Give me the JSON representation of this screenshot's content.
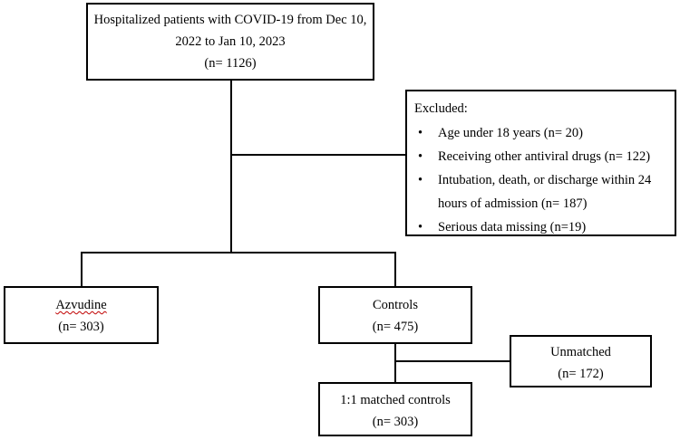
{
  "top": {
    "line1": "Hospitalized patients with COVID-19 from  Dec 10,",
    "line2": "2022 to Jan 10, 2023",
    "count": "(n= 1126)"
  },
  "excluded": {
    "title": "Excluded:",
    "items": [
      "Age under 18 years (n= 20)",
      "Receiving other antiviral drugs (n= 122)",
      "Intubation, death, or discharge within 24 hours of admission (n= 187)",
      "Serious data missing (n=19)"
    ],
    "bullet": "•"
  },
  "azvudine": {
    "label": "Azvudine",
    "count": "(n= 303)"
  },
  "controls": {
    "label": "Controls",
    "count": "(n= 475)"
  },
  "unmatched": {
    "label": "Unmatched",
    "count": "(n= 172)"
  },
  "matched": {
    "label": "1:1 matched controls",
    "count": "(n= 303)"
  }
}
